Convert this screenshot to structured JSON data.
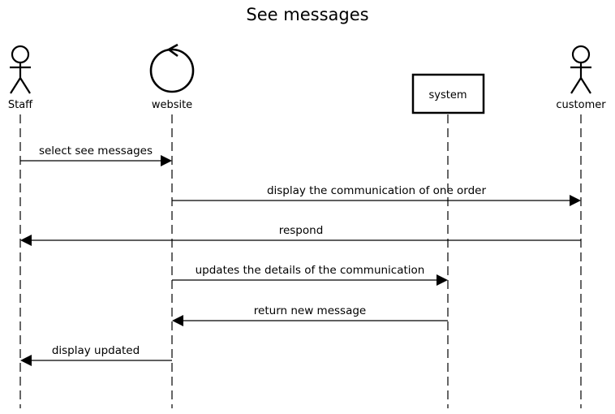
{
  "diagram": {
    "title": "See messages",
    "participants": [
      {
        "id": "staff",
        "label": "Staff",
        "shape": "actor"
      },
      {
        "id": "website",
        "label": "website",
        "shape": "control"
      },
      {
        "id": "system",
        "label": "system",
        "shape": "box"
      },
      {
        "id": "customer",
        "label": "customer",
        "shape": "actor"
      }
    ],
    "messages": [
      {
        "from": "staff",
        "to": "website",
        "label": "select see messages"
      },
      {
        "from": "website",
        "to": "customer",
        "label": "display the communication of one order"
      },
      {
        "from": "customer",
        "to": "staff",
        "label": "respond"
      },
      {
        "from": "website",
        "to": "system",
        "label": "updates the details of the communication"
      },
      {
        "from": "system",
        "to": "website",
        "label": "return new message"
      },
      {
        "from": "website",
        "to": "staff",
        "label": "display updated"
      }
    ]
  }
}
